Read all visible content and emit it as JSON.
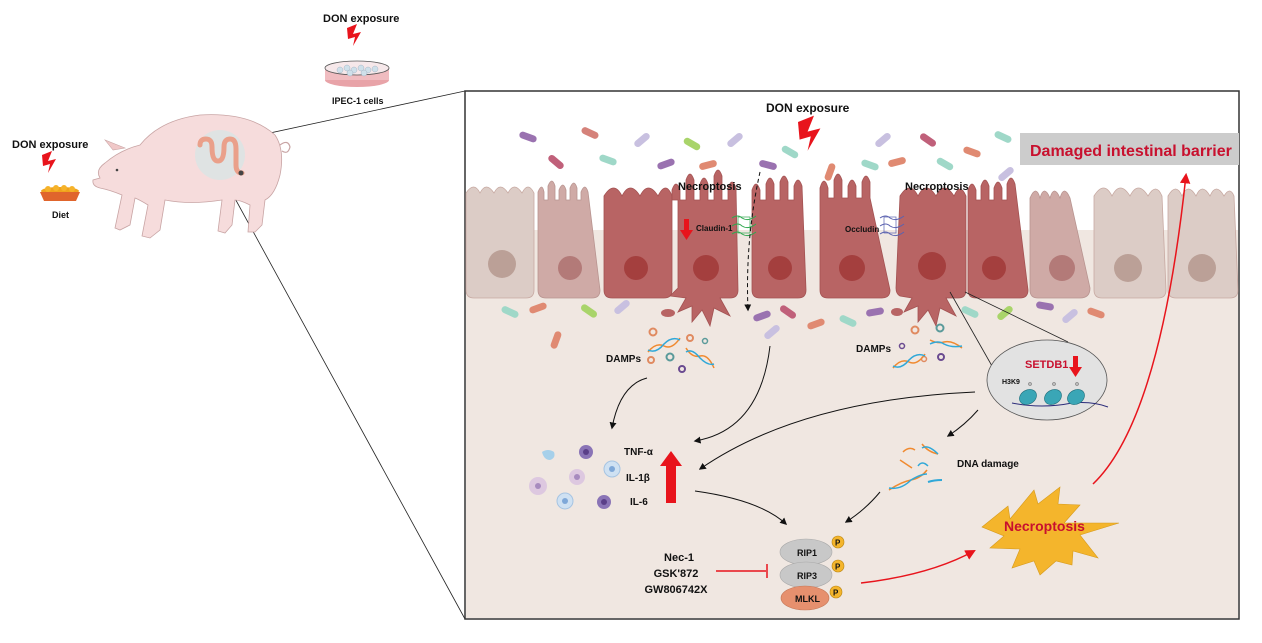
{
  "left": {
    "diet_exposure_label": "DON exposure",
    "diet_label": "Diet",
    "cells_exposure_label": "DON exposure",
    "cells_label": "IPEC-1 cells"
  },
  "panel": {
    "exposure_label": "DON exposure",
    "barrier_label": "Damaged intestinal barrier",
    "necroptosis_label_1": "Necroptosis",
    "necroptosis_label_2": "Necroptosis",
    "claudin_label": "Claudin-1",
    "occludin_label": "Occludin",
    "damps_label_1": "DAMPs",
    "damps_label_2": "DAMPs",
    "setdb1_label": "SETDB1",
    "h3k9_label": "H3K9",
    "cytokines": [
      "TNF-α",
      "IL-1β",
      "IL-6"
    ],
    "dna_damage_label": "DNA damage",
    "complex": [
      "RIP1",
      "RIP3",
      "MLKL"
    ],
    "phospho_label": "P",
    "inhibitors": [
      "Nec-1",
      "GSK'872",
      "GW806742X"
    ],
    "outcome_label": "Necroptosis"
  },
  "colors": {
    "accent_red": "#c8102e",
    "arrow_red": "#e8141c",
    "cell_damaged": "#b86464",
    "cell_mild": "#cfaaa6",
    "cell_healthy": "#dcccc6",
    "lumen_bg": "#f0e7e1",
    "burst": "#f4b52c",
    "barrier_box": "#cccccc"
  }
}
